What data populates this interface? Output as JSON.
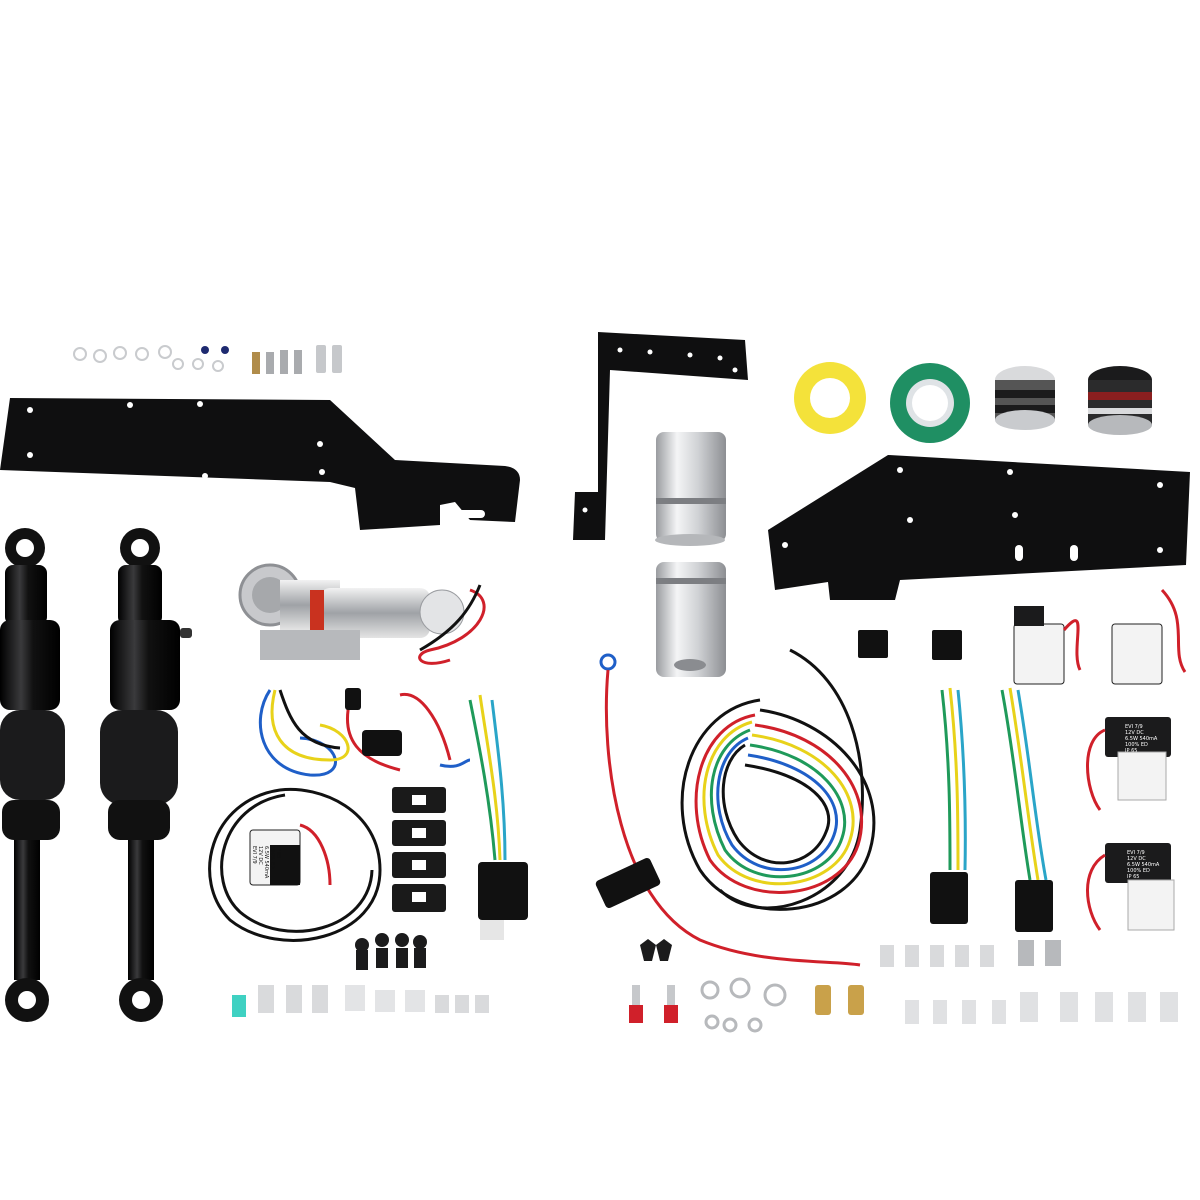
{
  "product_photo": {
    "background": "#ffffff",
    "part_colors": {
      "black_metal": "#0f0f10",
      "rubber": "#1b1b1c",
      "aluminum": "#d9dadc",
      "steel": "#b7b9bc",
      "wire_red": "#d0202a",
      "wire_blue": "#1f5fc8",
      "wire_yellow": "#e8d21a",
      "wire_green": "#1f9a5a",
      "tape_yellow": "#f4e23a",
      "tape_green": "#1f8f63",
      "fuse_teal": "#3fd1c2",
      "brass": "#c9a14a"
    },
    "valve_labels": {
      "left_valve": [
        "EVI 7/9",
        "12V DC",
        "6.5W 540mA",
        "100% ED",
        "IP 65"
      ],
      "right_valve_top": [
        "EVI 7/9",
        "12V DC",
        "6.5W 540mA",
        "100% ED",
        "IP 65"
      ],
      "right_valve_bottom": [
        "EVI 7/9",
        "12V DC",
        "6.5W 540mA",
        "100% ED",
        "IP 65"
      ]
    }
  }
}
